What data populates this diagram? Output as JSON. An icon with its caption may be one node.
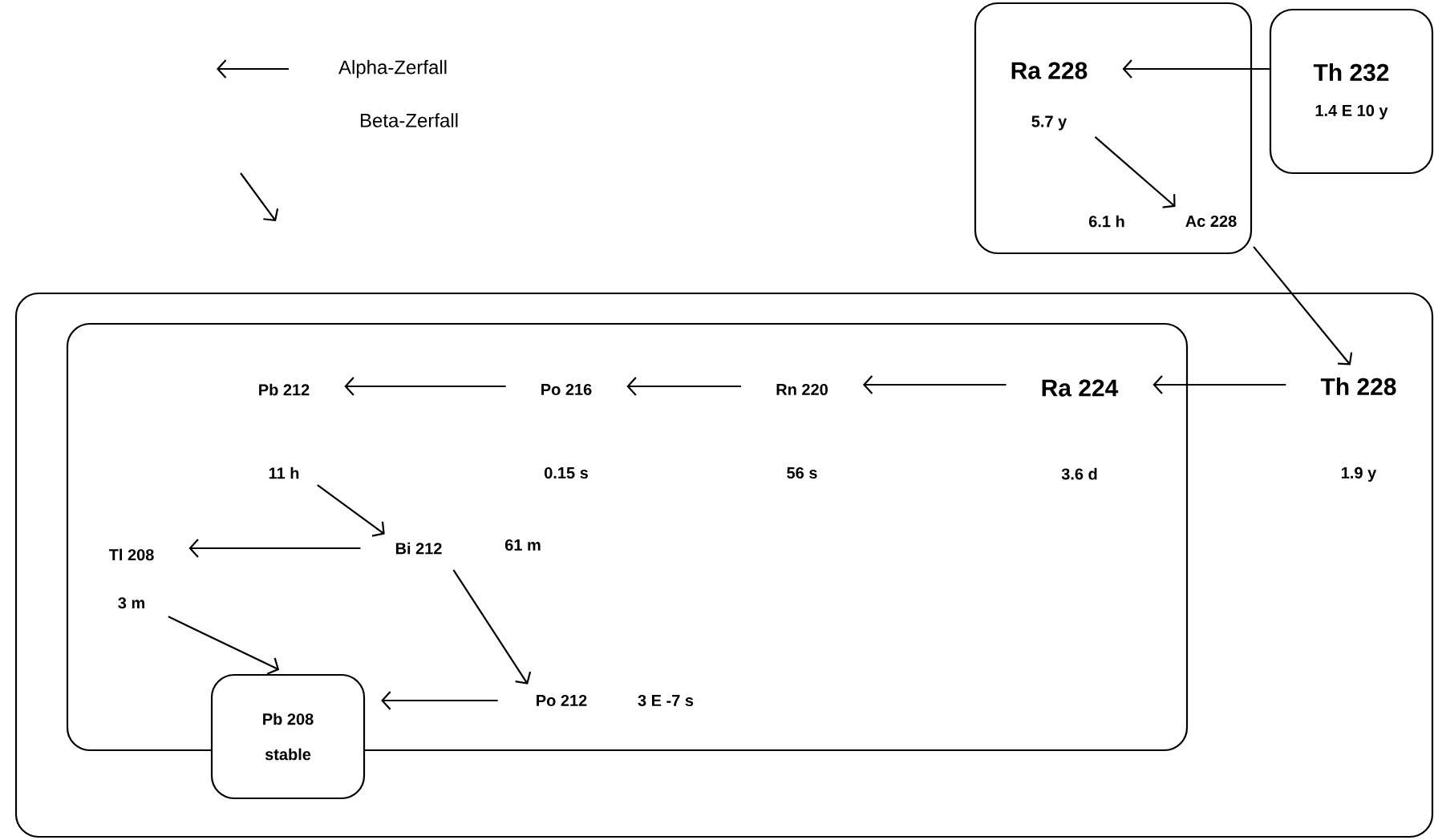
{
  "diagram": {
    "nodes": [
      {
        "text": [],
        "shape": "box"
      },
      {
        "text": [
          "Ra 228",
          "5.7 y"
        ],
        "in": 0
      },
      {
        "text": [
          "Ac 228"
        ],
        "in": 0,
        "beside": [
          "6.1 h"
        ]
      },
      {
        "text": [
          "Th 232",
          "1.4 E 10 y"
        ]
      },
      {
        "text": [],
        "shape": "box"
      },
      {
        "text": [
          "Th 228",
          "1.9 y"
        ],
        "in": 4
      },
      {
        "text": [],
        "shape": "box",
        "in": 4
      },
      {
        "text": [
          "Ra 224",
          "3.6 d"
        ],
        "in": 6
      },
      {
        "text": [
          "Rn 220",
          "56 s"
        ],
        "in": 6
      },
      {
        "text": [
          "Po 216",
          "0.15 s"
        ],
        "in": 6
      },
      {
        "text": [
          "Pb 212",
          "11 h"
        ],
        "in": 6
      },
      {
        "text": [
          "Bi 212"
        ],
        "in": 6,
        "beside": [
          "61 m"
        ]
      },
      {
        "text": [
          "Tl 208",
          "3 m"
        ],
        "in": 6
      },
      {
        "text": [
          "Po 212"
        ],
        "in": 6,
        "beside": [
          "3 E -7 s"
        ]
      },
      {
        "text": [
          "Pb 208",
          "stable"
        ],
        "in": 4
      }
    ],
    "edges": [
      {
        "from": 3,
        "to": 1,
        "arrow": "to"
      },
      {
        "from": 1,
        "to": 2,
        "arrow": "to"
      },
      {
        "from": 2,
        "to": 5,
        "arrow": "to"
      },
      {
        "from": 5,
        "to": 7,
        "arrow": "to"
      },
      {
        "from": 7,
        "to": 8,
        "arrow": "to"
      },
      {
        "from": 8,
        "to": 9,
        "arrow": "to"
      },
      {
        "from": 9,
        "to": 10,
        "arrow": "to"
      },
      {
        "from": 10,
        "to": 11,
        "arrow": "to"
      },
      {
        "from": 11,
        "to": 12,
        "arrow": "to"
      },
      {
        "from": 11,
        "to": 13,
        "arrow": "to"
      },
      {
        "from": 12,
        "to": 14,
        "arrow": "to"
      },
      {
        "from": 13,
        "to": 14,
        "arrow": "to"
      }
    ],
    "legend": [
      {
        "text": "Alpha-Zerfall"
      },
      {
        "text": "Beta-Zerfall"
      }
    ]
  }
}
